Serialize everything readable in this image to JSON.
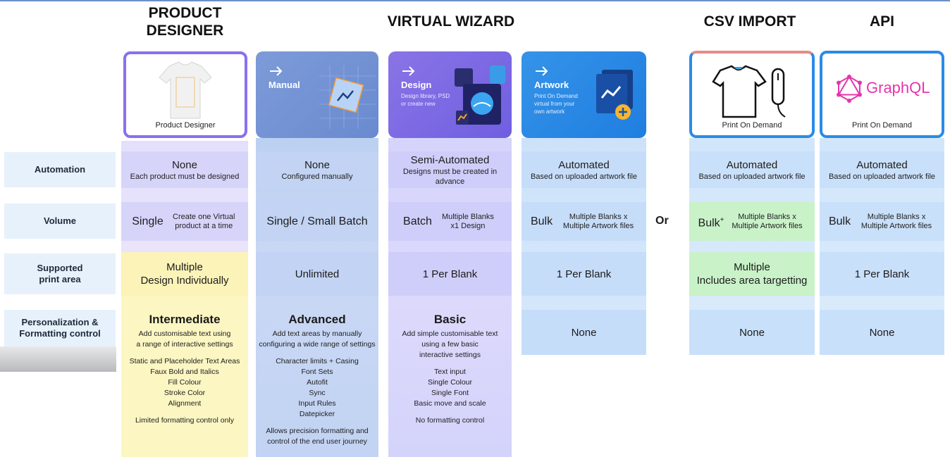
{
  "headers": {
    "product_designer": "PRODUCT DESIGNER",
    "virtual_wizard": "VIRTUAL WIZARD",
    "csv_import": "CSV IMPORT",
    "api": "API"
  },
  "cards": {
    "product_designer": {
      "label": "Product Designer"
    },
    "manual": {
      "title": "Manual"
    },
    "design": {
      "title": "Design",
      "subtitle": "Design library, PSD or create new"
    },
    "artwork": {
      "title": "Artwork",
      "subtitle": "Print On Demand virtual from your own artwork"
    },
    "csv": {
      "label": "Print On Demand"
    },
    "api": {
      "label": "Print On Demand",
      "logo_text": "GraphQL"
    }
  },
  "row_labels": {
    "automation": "Automation",
    "volume": "Volume",
    "print_area": "Supported print area",
    "personalization": "Personalization & Formatting control"
  },
  "automation": {
    "product_designer": {
      "main": "None",
      "sub": "Each product must be designed"
    },
    "manual": {
      "main": "None",
      "sub": "Configured manually"
    },
    "design": {
      "main": "Semi-Automated",
      "sub": "Designs must be created in advance"
    },
    "artwork": {
      "main": "Automated",
      "sub": "Based on uploaded artwork file"
    },
    "csv": {
      "main": "Automated",
      "sub": "Based on uploaded artwork file"
    },
    "api": {
      "main": "Automated",
      "sub": "Based on uploaded artwork file"
    }
  },
  "volume": {
    "product_designer": {
      "main": "Single",
      "sub": "Create one Virtual product at a time"
    },
    "manual": {
      "main": "Single / Small Batch"
    },
    "design": {
      "main": "Batch",
      "sub": "Multiple Blanks x1 Design"
    },
    "artwork": {
      "main": "Bulk",
      "sub": "Multiple Blanks x Multiple Artwork files"
    },
    "csv": {
      "main": "Bulk",
      "sup": "+",
      "sub": "Multiple Blanks x Multiple Artwork files"
    },
    "api": {
      "main": "Bulk",
      "sub": "Multiple Blanks x Multiple Artwork files"
    }
  },
  "print_area": {
    "product_designer": {
      "main": "Multiple",
      "sub": "Design Individually"
    },
    "manual": {
      "main": "Unlimited"
    },
    "design": {
      "main": "1 Per Blank"
    },
    "artwork": {
      "main": "1 Per Blank"
    },
    "csv": {
      "main": "Multiple",
      "sub": "Includes area targetting"
    },
    "api": {
      "main": "1 Per Blank"
    }
  },
  "personalization": {
    "product_designer": {
      "title": "Intermediate",
      "desc": [
        "Add customisable text using",
        "a range of interactive settings"
      ],
      "features": [
        "Static and Placeholder Text Areas",
        "Faux Bold and Italics",
        "Fill Colour",
        "Stroke Color",
        "Alignment"
      ],
      "note": "Limited formatting control only"
    },
    "manual": {
      "title": "Advanced",
      "desc": [
        "Add text areas by manually",
        "configuring a wide range of settings"
      ],
      "features": [
        "Character limits + Casing",
        "Font Sets",
        "Autofit",
        "Sync",
        "Input Rules",
        "Datepicker"
      ],
      "note": [
        "Allows precision formatting and",
        "control of the end user journey"
      ]
    },
    "design": {
      "title": "Basic",
      "desc": [
        "Add simple customisable text",
        "using a few basic",
        "interactive settings"
      ],
      "features": [
        "Text input",
        "Single Colour",
        "Single Font",
        "Basic move and scale"
      ],
      "note": "No formatting control"
    },
    "artwork": {
      "main": "None"
    },
    "csv": {
      "main": "None"
    },
    "api": {
      "main": "None"
    }
  },
  "separator": "Or",
  "colors": {
    "pd_column": "#e4e0fb",
    "pd_yellow": "#fbf6c2",
    "manual_column": "#c9d8f4",
    "design_column": "#d7d6fb",
    "artwork_column": "#cfe3fa",
    "csv_green": "#c9f2c8",
    "row_label": "#e6f1fb"
  }
}
